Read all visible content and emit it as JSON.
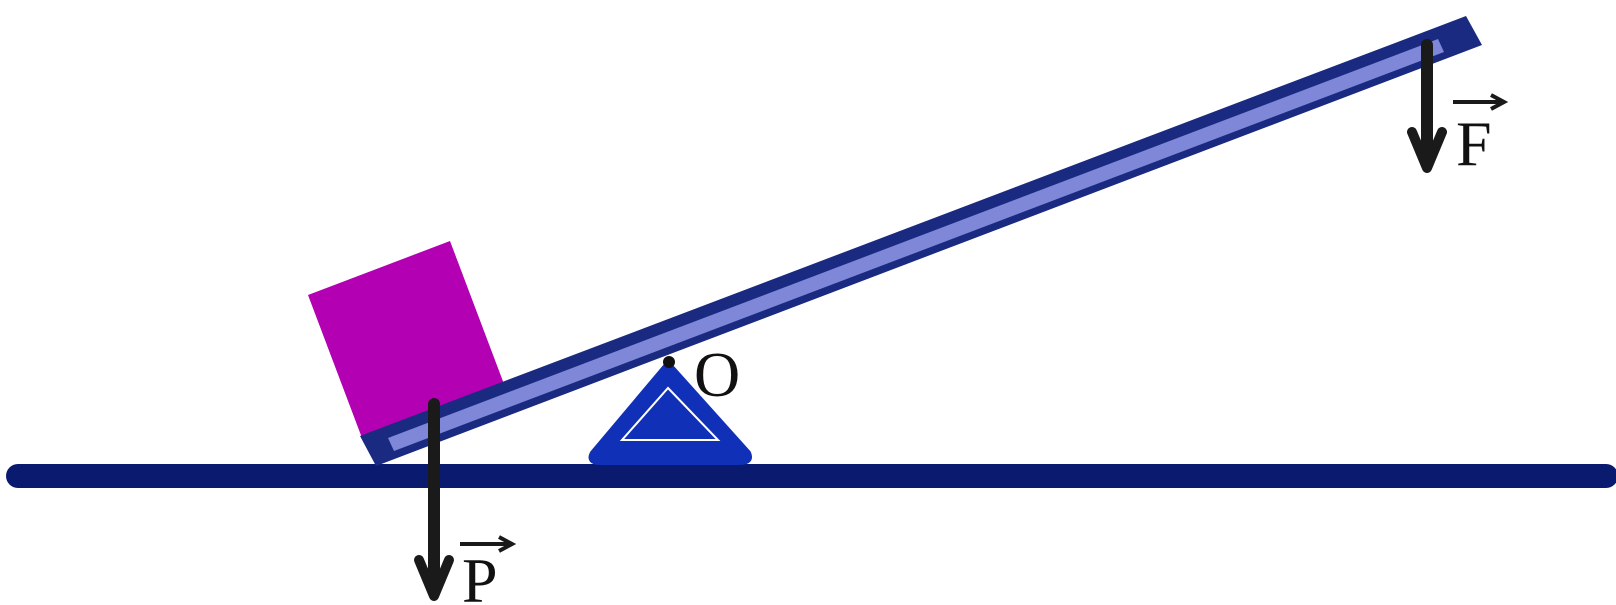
{
  "labels": {
    "pivot": "O",
    "force_applied": "F",
    "force_weight": "P"
  },
  "colors": {
    "ground": "#0a1a6e",
    "lever_outer": "#1a2a80",
    "lever_inner": "#7f88d8",
    "block": "#b300b3",
    "fulcrum_outer": "#1030b8",
    "fulcrum_inner_stroke": "#ffffff",
    "arrow": "#1a1a1a",
    "text": "#111111"
  }
}
